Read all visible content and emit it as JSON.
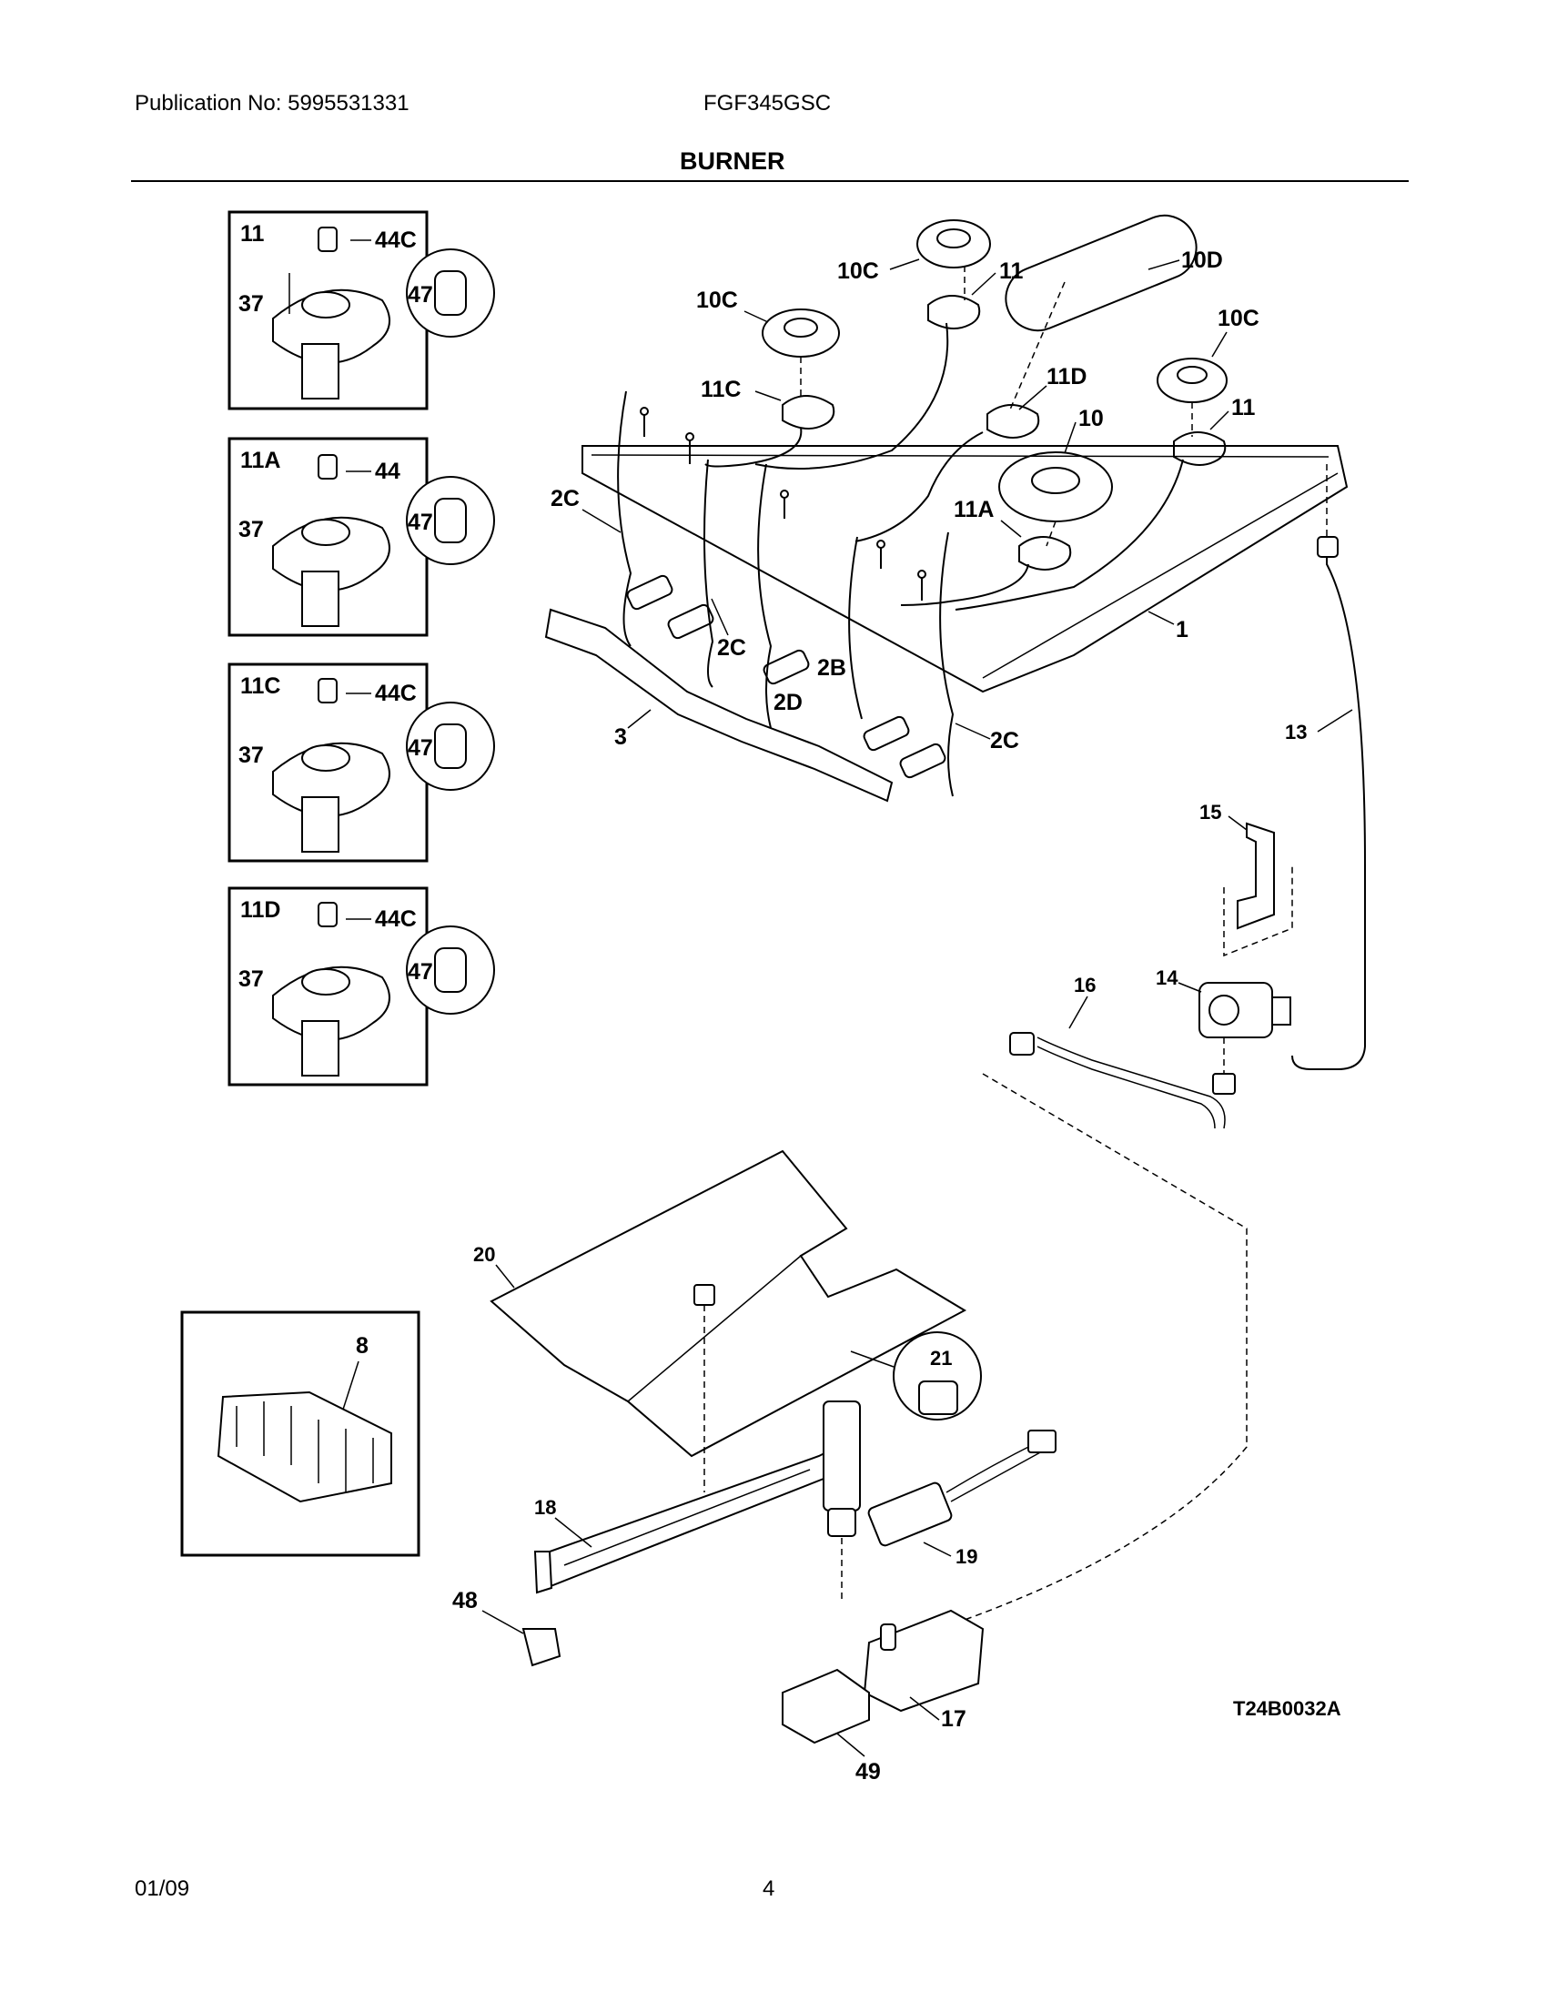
{
  "header": {
    "publication": "Publication No: 5995531331",
    "model": "FGF345GSC",
    "section_title": "BURNER"
  },
  "footer": {
    "date": "01/09",
    "page": "4"
  },
  "diagram_code": "T24B0032A",
  "inset_boxes": [
    {
      "id": "11",
      "labels": [
        "11",
        "44C",
        "37",
        "47"
      ]
    },
    {
      "id": "11A",
      "labels": [
        "11A",
        "44",
        "37",
        "47"
      ]
    },
    {
      "id": "11C",
      "labels": [
        "11C",
        "44C",
        "37",
        "47"
      ]
    },
    {
      "id": "11D",
      "labels": [
        "11D",
        "44C",
        "37",
        "47"
      ]
    }
  ],
  "callouts": {
    "c10C_a": "10C",
    "c11_a": "11",
    "c10D": "10D",
    "c10C_b": "10C",
    "c11C": "11C",
    "c10C_c": "10C",
    "c11D": "11D",
    "c11_b": "11",
    "c10": "10",
    "c11A": "11A",
    "c2C_a": "2C",
    "c2C_b": "2C",
    "c2B": "2B",
    "c2D": "2D",
    "c2C_c": "2C",
    "c3": "3",
    "c1": "1",
    "c13": "13",
    "c15": "15",
    "c14": "14",
    "c16": "16",
    "c20": "20",
    "c21": "21",
    "c8": "8",
    "c18": "18",
    "c19": "19",
    "c48": "48",
    "c17": "17",
    "c49": "49"
  }
}
